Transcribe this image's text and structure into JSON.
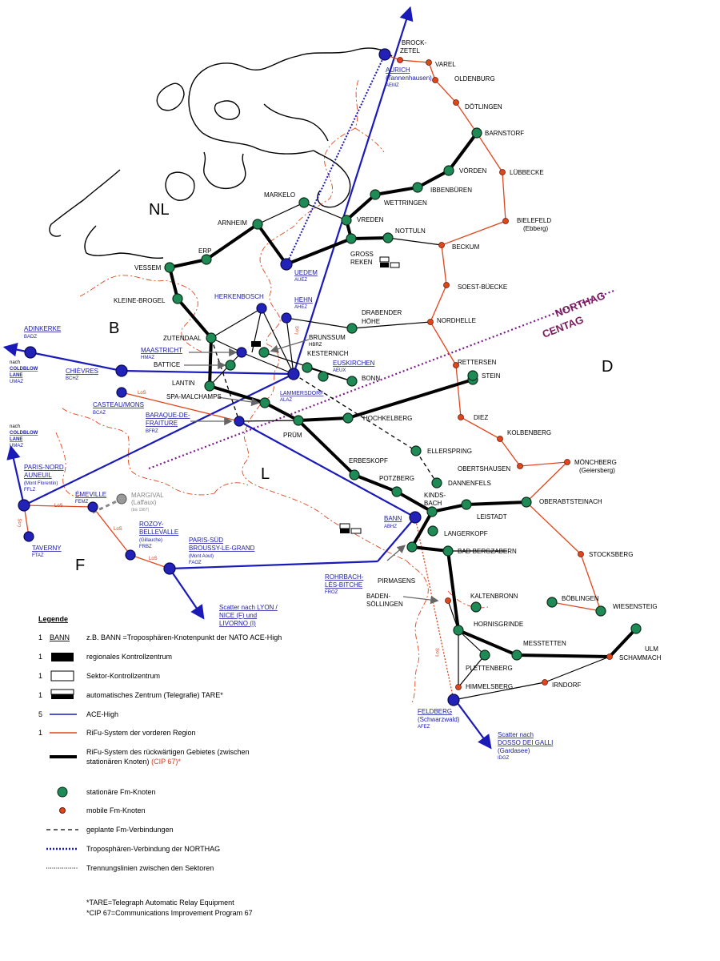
{
  "regions": {
    "nl": "NL",
    "b": "B",
    "l": "L",
    "f": "F",
    "d": "D",
    "northag": "NORTHAG",
    "centag": "CENTAG"
  },
  "places": {
    "brockzetel": [
      "BROCK-",
      "ZETEL"
    ],
    "varel": "VAREL",
    "oldenburg": "OLDENBURG",
    "doetlingen": "DÖTLINGEN",
    "barnstorf": "BARNSTORF",
    "luebbecke": "LÜBBECKE",
    "voerden": "VÖRDEN",
    "ibbenbueren": "IBBENBÜREN",
    "wettringen": "WETTRINGEN",
    "bielefeld": [
      "BIELEFELD",
      "(Ebberg)"
    ],
    "markelo": "MARKELO",
    "vreden": "VREDEN",
    "nottuln": "NOTTULN",
    "arnheim": "ARNHEIM",
    "beckum": "BECKUM",
    "grossreken": [
      "GROSS",
      "REKEN"
    ],
    "erp": "ERP",
    "vessem": "VESSEM",
    "soest": "SOEST-BÜECKE",
    "kleinebrogel": "KLEINE-BROGEL",
    "drabender": [
      "DRABENDER",
      "HÖHE"
    ],
    "nordhelle": "NORDHELLE",
    "zutendaal": "ZUTENDAAL",
    "brunssum": "BRUNSSUM",
    "kesternich": "KESTERNICH",
    "battice": "BATTICE",
    "bonn": "BONN",
    "rettersen": "RETTERSEN",
    "stein": "STEIN",
    "lantin": "LANTIN",
    "spa": "SPA-MALCHAMPS",
    "hochkelberg": "HOCHKELBERG",
    "pruem": "PRÜM",
    "diez": "DIEZ",
    "kolbenberg": "KOLBENBERG",
    "ellerspring": "ELLERSPRING",
    "obertshausen": "OBERTSHAUSEN",
    "moenchberg": [
      "MÖNCHBERG",
      "(Geiersberg)"
    ],
    "erbeskopf": "ERBESKOPF",
    "potzberg": "POTZBERG",
    "dannenfels": "DANNENFELS",
    "kindsbach": [
      "KINDS-",
      "BACH"
    ],
    "leistadt": "LEISTADT",
    "oberabtsteinach": "OBERABTSTEINACH",
    "langerkopf": "LANGERKOPF",
    "badbergzabern": "BAD BERGZABERN",
    "stocksberg": "STOCKSBERG",
    "pirmasens": "PIRMASENS",
    "badensoellingen": [
      "BADEN-",
      "SÖLLINGEN"
    ],
    "kaltenbronn": "KALTENBRONN",
    "boeblingen": "BÖBLINGEN",
    "wiesensteig": "WIESENSTEIG",
    "hornisgrinde": "HORNISGRINDE",
    "ulm": "ULM",
    "messtetten": "MESSTETTEN",
    "plettenberg": "PLETTENBERG",
    "schammach": "SCHAMMACH",
    "himmelsberg": "HIMMELSBERG",
    "irndorf": "IRNDORF",
    "margival": [
      "MARGIVAL",
      "(Laffaux)",
      "(bis 1967)"
    ]
  },
  "ace_nodes": {
    "aurich": [
      "AURICH",
      "(Tannenhausen)",
      "AEMZ"
    ],
    "uedem": [
      "UEDEM",
      "AUEZ"
    ],
    "herkenbosch": "HERKENBOSCH",
    "hehn": [
      "HEHN",
      "AHEZ"
    ],
    "hbrz": "HBRZ",
    "adinkerke": [
      "ADINKERKE",
      "BADZ"
    ],
    "maastricht": [
      "MAASTRICHT",
      "HMAZ"
    ],
    "euskirchen": [
      "EUSKIRCHEN",
      "AEUX"
    ],
    "chievres": [
      "CHIÈVRES",
      "BCHZ"
    ],
    "lammersdorf": [
      "LAMMERSDORF",
      "ALAZ"
    ],
    "casteau": [
      "CASTEAU/MONS",
      "BCAZ"
    ],
    "baraque": [
      "BARAQUE-DE-",
      "FRAITURE",
      "BFRZ"
    ],
    "parisnord": [
      "PARIS-NORD",
      "AUNEUIL",
      "(Mont Florentin)",
      "FFLZ"
    ],
    "emeville": [
      "ÉMEVILLE",
      "FEMZ"
    ],
    "rozoy": [
      "ROZOY-",
      "BELLEVALLE",
      "(Gillauche)",
      "FRBZ"
    ],
    "parissued": [
      "PARIS-SÜD",
      "BROUSSY-LE-GRAND",
      "(Mont Aout)",
      "FAOZ"
    ],
    "taverny": [
      "TAVERNY",
      "FTAZ"
    ],
    "bann": [
      "BANN",
      "ABHZ"
    ],
    "rohrbach": [
      "ROHRBACH-",
      "LÈS-BITCHE",
      "FROZ"
    ],
    "feldberg": [
      "FELDBERG",
      "(Schwarzwald)",
      "AFEZ"
    ]
  },
  "scatter": {
    "coldblow1": [
      "nach",
      "COLDBLOW",
      "LANE",
      "UMAZ"
    ],
    "coldblow2": [
      "nach",
      "COLDBLOW",
      "LANE",
      "UMAZ"
    ],
    "lyon": [
      "Scatter nach LYON /",
      "NICE (F) und",
      "LIVORNO (I)"
    ],
    "dosso": [
      "Scatter nach",
      "DOSSO DEI GALLI",
      "(Gardasee)",
      "IDGZ"
    ]
  },
  "los": "LoS",
  "legend": {
    "title": "Legende",
    "rows": [
      {
        "count": "1",
        "sym": "BANN",
        "text": "z.B. BANN =Troposphären-Knotenpunkt der NATO ACE-High"
      },
      {
        "count": "1",
        "text": "regionales Kontrollzentrum"
      },
      {
        "count": "1",
        "text": "Sektor-Kontrollzentrum"
      },
      {
        "count": "1",
        "text": "automatisches Zentrum (Telegrafie) TARE*"
      },
      {
        "count": "5",
        "text": "ACE-High"
      },
      {
        "count": "1",
        "text": "RiFu-System der vorderen Region"
      },
      {
        "count": "",
        "text": "RiFu-System des rückwärtigen Gebietes (zwischen",
        "text2": "stationären Knoten)",
        "text2_red": "(CIP 67)*"
      },
      {
        "count": "",
        "text": "stationäre Fm-Knoten"
      },
      {
        "count": "",
        "text": "mobile Fm-Knoten"
      },
      {
        "count": "",
        "text": "geplante Fm-Verbindungen"
      },
      {
        "count": "",
        "text": "Troposphären-Verbindung der NORTHAG"
      },
      {
        "count": "",
        "text": "Trennungslinien zwischen den Sektoren"
      }
    ]
  },
  "footnotes": {
    "tare": "*TARE=Telegraph Automatic Relay Equipment",
    "cip": "*CIP 67=Communications Improvement Program 67"
  },
  "colors": {
    "ace": "#1a1ab8",
    "rifu": "#e0461c",
    "node_green": "#1e8a55",
    "node_blue": "#1a1aa8",
    "border": "#e0461c",
    "northag": "#7a1a8a"
  }
}
